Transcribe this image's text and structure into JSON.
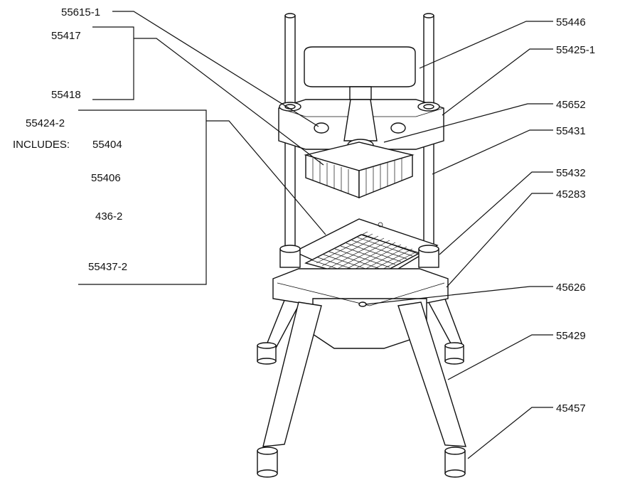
{
  "callouts": {
    "p55615_1": "55615-1",
    "p55417": "55417",
    "p55418": "55418",
    "p55424_2": "55424-2",
    "includes": "INCLUDES:",
    "p55404": "55404",
    "p55406": "55406",
    "p436_2": "436-2",
    "p55437_2": "55437-2",
    "p55446": "55446",
    "p55425_1": "55425-1",
    "p45652": "45652",
    "p55431": "55431",
    "p55432": "55432",
    "p45283": "45283",
    "p45626": "45626",
    "p55429": "55429",
    "p45457": "45457"
  }
}
